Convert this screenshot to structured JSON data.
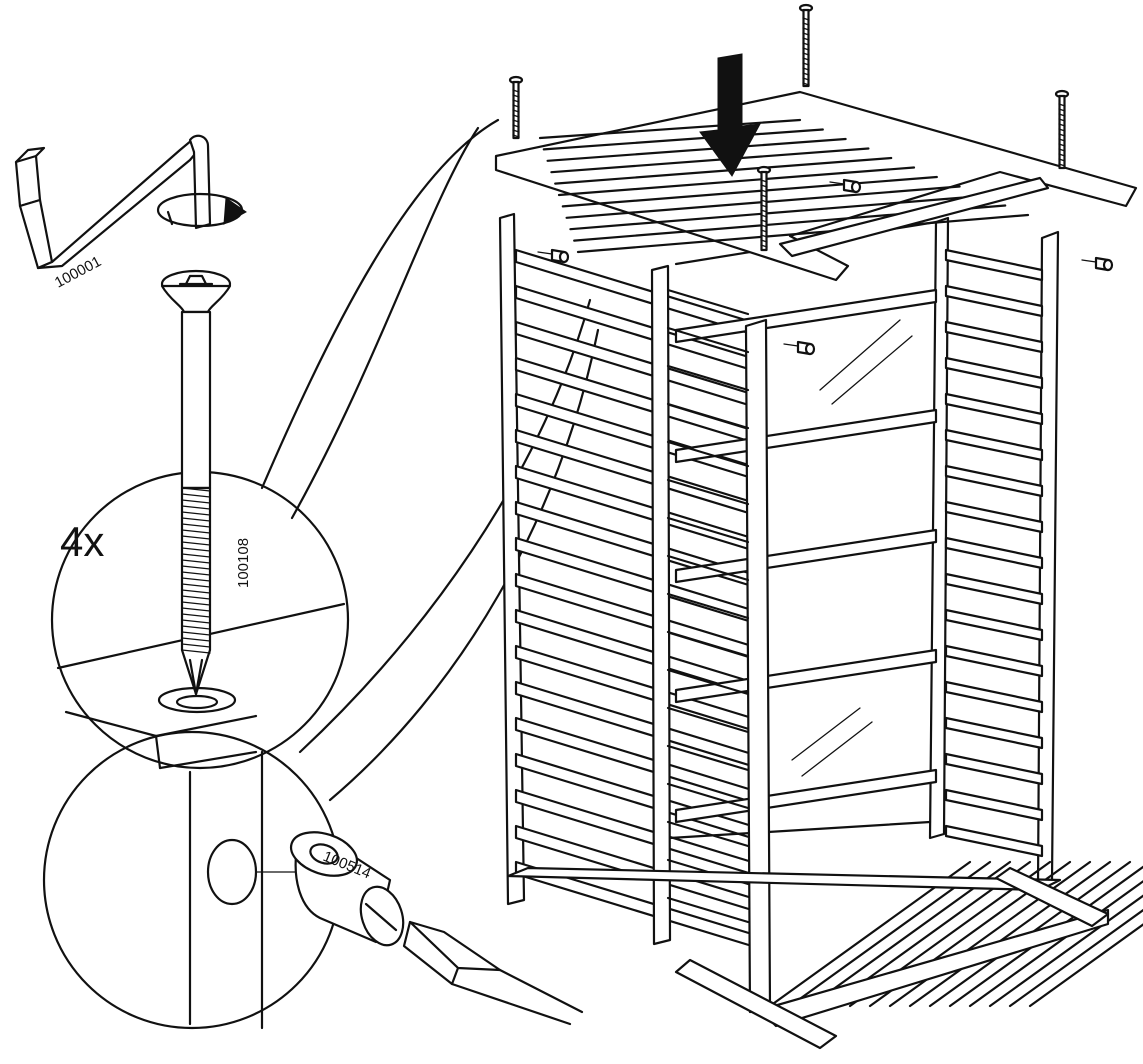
{
  "instruction": {
    "quantity": "4x",
    "parts": {
      "allen_key": "100001",
      "screw": "100108",
      "barrel_nut": "100514"
    }
  },
  "icons": [
    "allen-key-icon",
    "rotate-arrow-icon",
    "down-arrow-icon",
    "screwdriver-icon"
  ],
  "colors": {
    "ink": "#111111",
    "paper": "#ffffff"
  }
}
